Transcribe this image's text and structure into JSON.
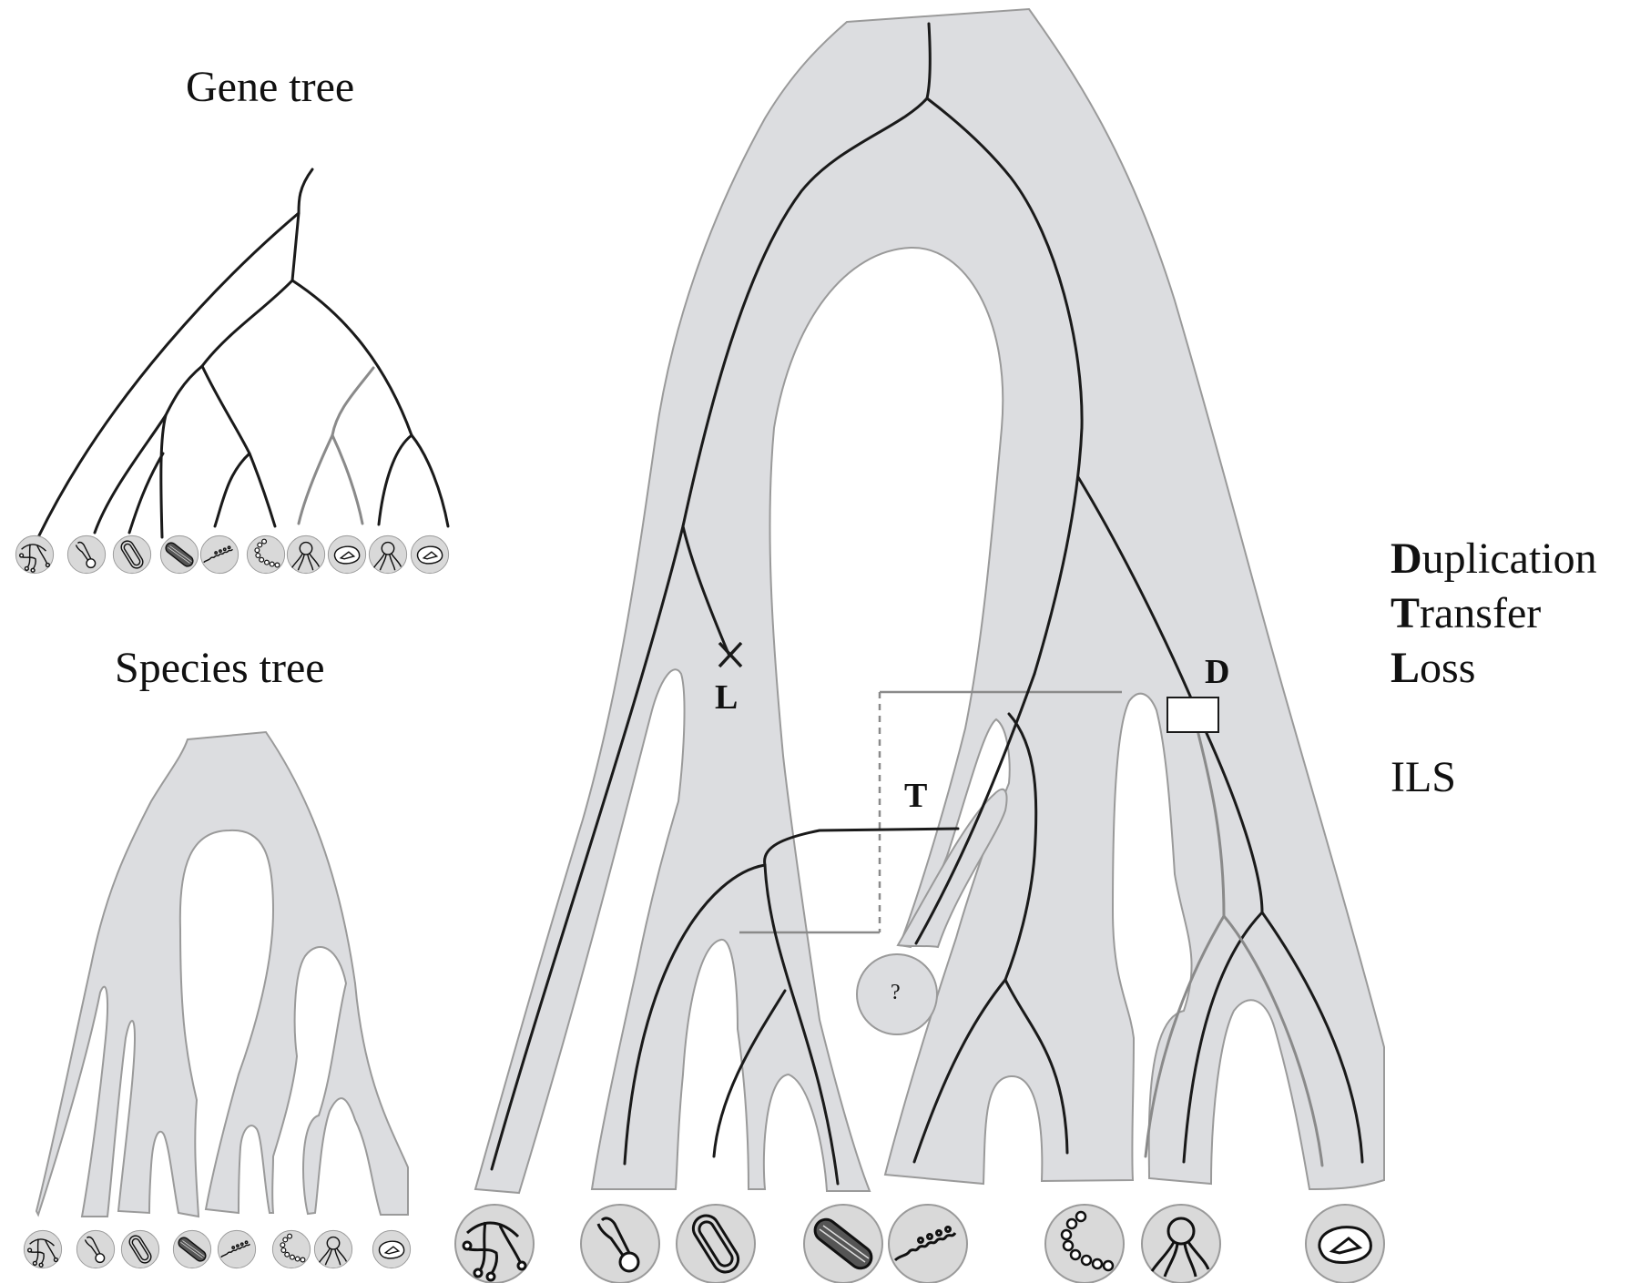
{
  "titles": {
    "gene_tree": "Gene tree",
    "species_tree": "Species tree"
  },
  "events": {
    "loss": "L",
    "transfer": "T",
    "duplication": "D",
    "unknown": "?"
  },
  "legend": [
    {
      "initial": "D",
      "rest": "uplication"
    },
    {
      "initial": "T",
      "rest": "ransfer"
    },
    {
      "initial": "L",
      "rest": "oss"
    }
  ],
  "legend_ils": "ILS",
  "colors": {
    "tree_fill": "#dcdde0",
    "tree_stroke": "#9a9a9a",
    "gene_line": "#1a1a1a",
    "ils_line": "#8a8a8a",
    "icon_fill": "#d9d9d9"
  },
  "icons": {
    "gene_tree_leaves": [
      "branched-filament-icon",
      "bulb-cell-icon",
      "ring-cell-icon",
      "dark-rod-icon",
      "spiral-chain-icon",
      "bead-chain-icon",
      "tentacle-cell-icon",
      "amoeboid-cell-icon",
      "tentacle-cell-icon",
      "amoeboid-cell-icon"
    ],
    "species_tree_leaves": [
      "branched-filament-icon",
      "bulb-cell-icon",
      "ring-cell-icon",
      "dark-rod-icon",
      "spiral-chain-icon",
      "bead-chain-icon",
      "tentacle-cell-icon",
      "amoeboid-cell-icon"
    ],
    "reconciliation_leaves": [
      "branched-filament-icon",
      "bulb-cell-icon",
      "ring-cell-icon",
      "dark-rod-icon",
      "spiral-chain-icon",
      "bead-chain-icon",
      "tentacle-cell-icon",
      "amoeboid-cell-icon"
    ]
  }
}
